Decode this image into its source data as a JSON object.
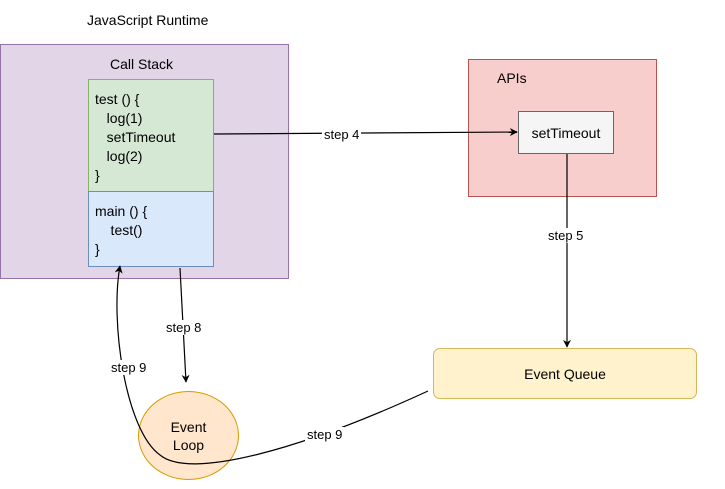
{
  "runtime": {
    "title": "JavaScript Runtime"
  },
  "call_stack": {
    "title": "Call Stack",
    "test_frame": "test () {\n   log(1)\n   setTimeout\n   log(2)\n}",
    "main_frame": "main () {\n    test()\n}"
  },
  "apis": {
    "title": "APIs",
    "set_timeout": "setTimeout"
  },
  "event_queue": {
    "label": "Event Queue"
  },
  "event_loop": {
    "line1": "Event",
    "line2": "Loop"
  },
  "edges": {
    "step4": "step 4",
    "step5": "step 5",
    "step8": "step 8",
    "step9_left": "step 9",
    "step9_bottom": "step 9"
  }
}
